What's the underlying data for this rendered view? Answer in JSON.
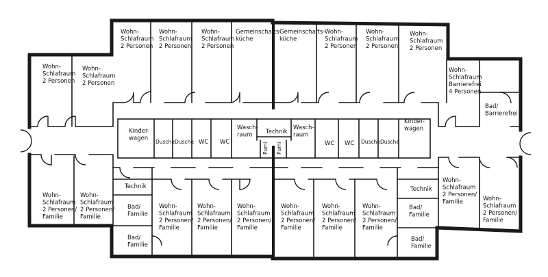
{
  "colors": {
    "ink": "#1a1a1a",
    "paper": "#ffffff"
  },
  "rooms": [
    {
      "id": "r01",
      "lines": [
        "Wohn-",
        "Schlafraum",
        "2 Personen"
      ]
    },
    {
      "id": "r02",
      "lines": [
        "Wohn-",
        "Schlafraum",
        "2 Personen"
      ]
    },
    {
      "id": "r03",
      "lines": [
        "Wohn-",
        "Schlafraum",
        "2 Personen"
      ]
    },
    {
      "id": "r04",
      "lines": [
        "Gemeinschafts-",
        "küche"
      ]
    },
    {
      "id": "r05",
      "lines": [
        "Gemeinschafts-",
        "küche"
      ]
    },
    {
      "id": "r06",
      "lines": [
        "Wohn-",
        "Schlafraum",
        "2 Personen"
      ]
    },
    {
      "id": "r07",
      "lines": [
        "Wohn-",
        "Schlafraum",
        "2 Personen"
      ]
    },
    {
      "id": "r08",
      "lines": [
        "Wohn-",
        "Schlafraum",
        "2 Personen"
      ]
    },
    {
      "id": "r09",
      "lines": [
        "Wohn-",
        "Schlafraum",
        "2 Personen"
      ]
    },
    {
      "id": "r10",
      "lines": [
        "Wohn-",
        "Schlafraum",
        "2 Personen"
      ]
    },
    {
      "id": "r11",
      "lines": [
        "Wohn-",
        "Schlafraum",
        "Barrierefrei",
        "4 Personen"
      ]
    },
    {
      "id": "r12",
      "lines": [
        "Bad/",
        "Barrierefrei"
      ]
    },
    {
      "id": "r13",
      "lines": [
        "Kinder-",
        "wagen"
      ]
    },
    {
      "id": "r14",
      "lines": [
        "Dusche"
      ]
    },
    {
      "id": "r15",
      "lines": [
        "Dusche"
      ]
    },
    {
      "id": "r16",
      "lines": [
        "WC"
      ]
    },
    {
      "id": "r17",
      "lines": [
        "WC"
      ]
    },
    {
      "id": "r18",
      "lines": [
        "Wasch-",
        "raum"
      ]
    },
    {
      "id": "r19",
      "lines": [
        "Technik"
      ]
    },
    {
      "id": "r20",
      "lines": [
        "Wasch-",
        "raum"
      ]
    },
    {
      "id": "r21",
      "lines": [
        "Pumi"
      ]
    },
    {
      "id": "r22",
      "lines": [
        "Pumi"
      ]
    },
    {
      "id": "r23",
      "lines": [
        "WC"
      ]
    },
    {
      "id": "r24",
      "lines": [
        "WC"
      ]
    },
    {
      "id": "r25",
      "lines": [
        "Dusche"
      ]
    },
    {
      "id": "r26",
      "lines": [
        "Dusche"
      ]
    },
    {
      "id": "r27",
      "lines": [
        "Kinder-",
        "wagen"
      ]
    },
    {
      "id": "r28",
      "lines": [
        "Wohn-",
        "Schlafraum",
        "2 Personen/",
        "Familie"
      ]
    },
    {
      "id": "r29",
      "lines": [
        "Wohn-",
        "Schlafraum",
        "2 Personen/",
        "Familie"
      ]
    },
    {
      "id": "r30",
      "lines": [
        "Technik"
      ]
    },
    {
      "id": "r31",
      "lines": [
        "Bad/",
        "Familie"
      ]
    },
    {
      "id": "r32",
      "lines": [
        "Bad/",
        "Familie"
      ]
    },
    {
      "id": "r33",
      "lines": [
        "Wohn-",
        "Schlafraum",
        "2 Personen/",
        "Familie"
      ]
    },
    {
      "id": "r34",
      "lines": [
        "Wohn-",
        "Schlafraum",
        "2 Personen/",
        "Familie"
      ]
    },
    {
      "id": "r35",
      "lines": [
        "Wohn-",
        "Schlafraum",
        "2 Personen/",
        "Familie"
      ]
    },
    {
      "id": "r36",
      "lines": [
        "Wohn-",
        "Schlafraum",
        "2 Personen/",
        "Familie"
      ]
    },
    {
      "id": "r37",
      "lines": [
        "Wohn-",
        "Schlafraum",
        "2 Personen/",
        "Familie"
      ]
    },
    {
      "id": "r38",
      "lines": [
        "Wohn-",
        "Schlafraum",
        "2 Personen/",
        "Familie"
      ]
    },
    {
      "id": "r39",
      "lines": [
        "Technik"
      ]
    },
    {
      "id": "r40",
      "lines": [
        "Bad/",
        "Familie"
      ]
    },
    {
      "id": "r41",
      "lines": [
        "Bad/",
        "Familie"
      ]
    },
    {
      "id": "r42",
      "lines": [
        "Wohn-",
        "Schlafraum",
        "2 Personen/",
        "Familie"
      ]
    },
    {
      "id": "r43",
      "lines": [
        "Wohn-",
        "Schlafraum",
        "2 Personen/",
        "Familie"
      ]
    }
  ]
}
